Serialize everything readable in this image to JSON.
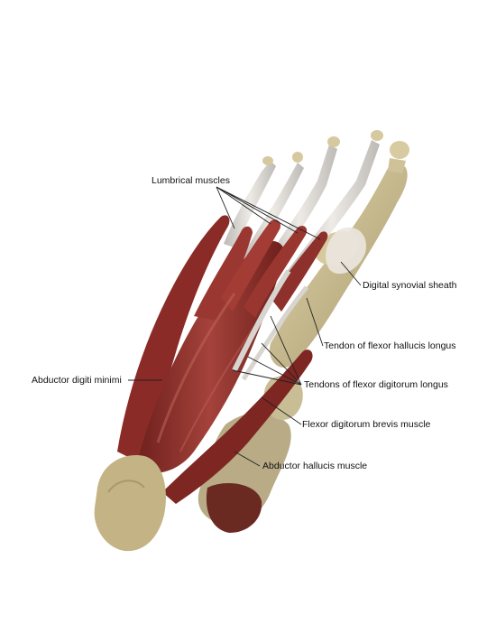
{
  "labels": {
    "lumbrical": "Lumbrical muscles",
    "synovial": "Digital synovial sheath",
    "fhl_tendon": "Tendon of flexor hallucis longus",
    "abd_minimi": "Abductor digiti minimi",
    "fdl_tendons": "Tendons of flexor digitorum longus",
    "fdb": "Flexor digitorum brevis muscle",
    "abd_hallucis": "Abductor hallucis muscle"
  },
  "colors": {
    "background": "#ffffff",
    "muscle": "#8e2f2b",
    "muscle_highlight": "#b8554d",
    "tendon": "#d9d6d2",
    "bone": "#cdbf93",
    "heel": "#c2b186",
    "leader_line": "#222222",
    "text": "#111111"
  }
}
